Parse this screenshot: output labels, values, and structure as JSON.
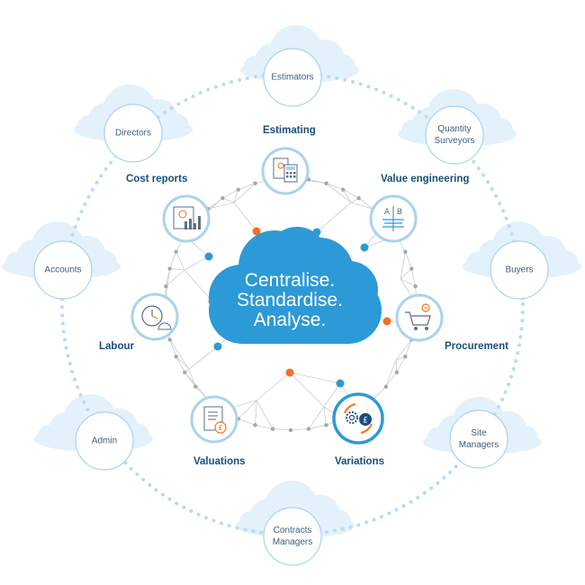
{
  "center": {
    "lines": [
      "Centralise.",
      "Standardise.",
      "Analyse."
    ]
  },
  "roles": {
    "estimators": "Estimators",
    "directors": "Directors",
    "quantity_surveyors": "Quantity\nSurveyors",
    "accounts": "Accounts",
    "buyers": "Buyers",
    "admin": "Admin",
    "site_managers": "Site\nManagers",
    "contracts_managers": "Contracts\nManagers"
  },
  "functions": {
    "estimating": "Estimating",
    "cost_reports": "Cost reports",
    "value_engineering": "Value engineering",
    "labour": "Labour",
    "procurement": "Procurement",
    "valuations": "Valuations",
    "variations": "Variations"
  },
  "icons": {
    "estimating": "calculator-document-icon",
    "cost_reports": "report-charts-icon",
    "value_engineering": "ab-comparison-icon",
    "labour": "clock-worker-icon",
    "procurement": "shopping-cart-icon",
    "valuations": "invoice-pound-icon",
    "variations": "gear-pound-cycle-icon"
  },
  "colors": {
    "brand_blue": "#2c9ad6",
    "cloud_light": "#e3f1fa",
    "node_orange": "#f07122",
    "label_navy": "#1c4d7c",
    "ring_dots": "#b9dcef"
  }
}
